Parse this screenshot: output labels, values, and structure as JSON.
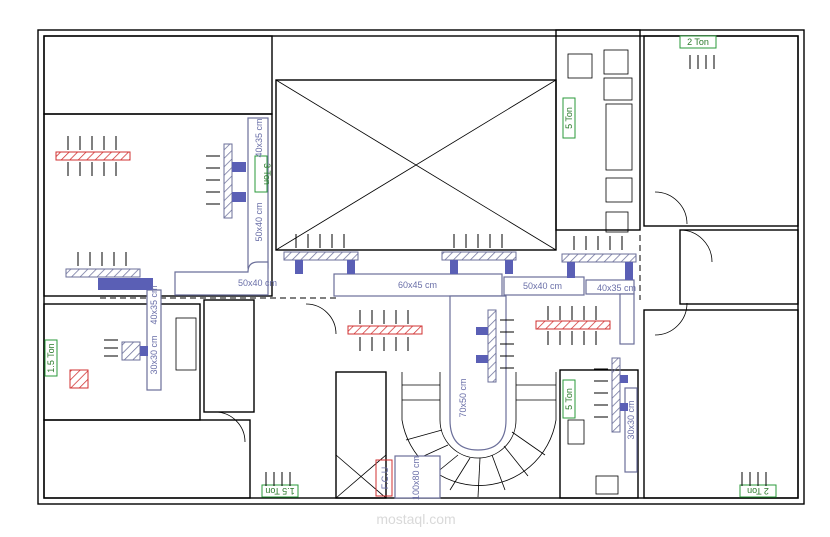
{
  "plan": {
    "ducts": {
      "left_vertical_top": "40x35 cm",
      "left_vertical": "50x40 cm",
      "left_horizontal": "50x40 cm",
      "main_60x45": "60x45 cm",
      "mid_50x40": "50x40 cm",
      "right_40x35": "40x35 cm",
      "small_room_40x35": "40x35 cm",
      "small_room_30x30": "30x30 cm",
      "stair_70x50": "70x50 cm",
      "kitchen_30x30": "30x30 cm",
      "fcu_duct": "100x80 cm"
    },
    "units": {
      "top_left": "3 Ton",
      "left_small": "1.5 Ton",
      "top_middle": "5 Ton",
      "kitchen": "5 Ton",
      "top_right": "2 Ton",
      "bottom_right": "2 Ton",
      "bottom_middle": "1.5 Ton",
      "fcu": "F.C.U"
    },
    "watermark": "mostaql.com"
  }
}
